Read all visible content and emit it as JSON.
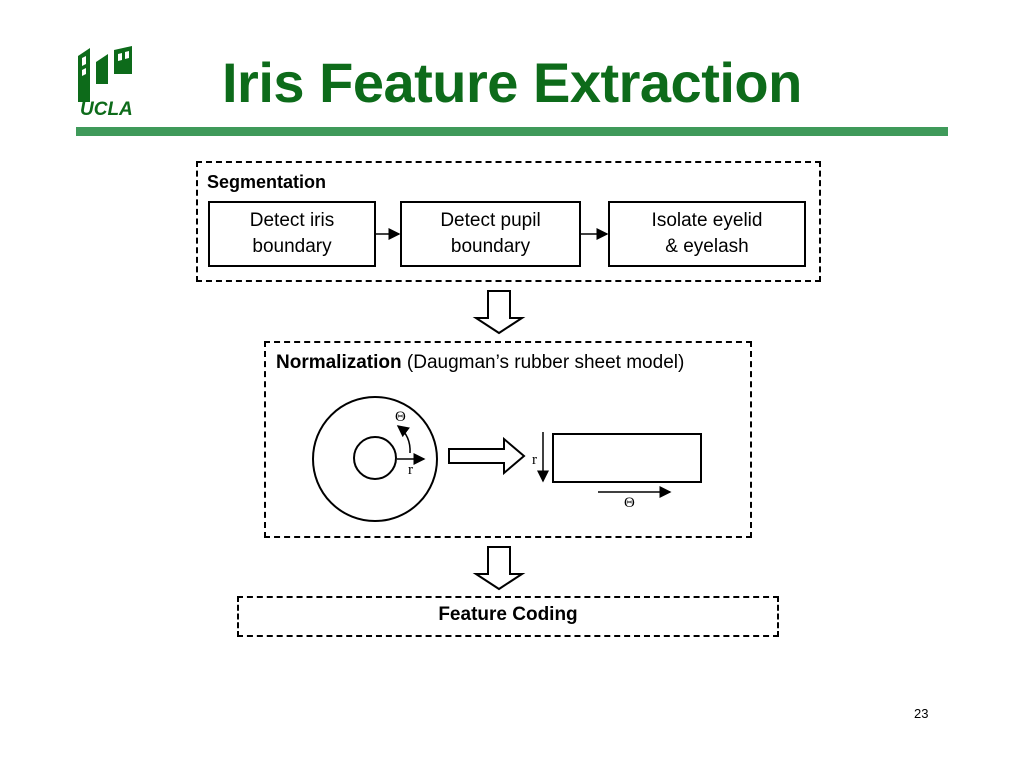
{
  "slide": {
    "title": "Iris Feature Extraction",
    "page_number": "23",
    "logo_text": "UCLA"
  },
  "segmentation": {
    "label": "Segmentation",
    "steps": [
      {
        "line1": "Detect iris",
        "line2": "boundary"
      },
      {
        "line1": "Detect pupil",
        "line2": "boundary"
      },
      {
        "line1": "Isolate eyelid",
        "line2": "& eyelash"
      }
    ]
  },
  "normalization": {
    "label": "Normalization",
    "description": "(Daugman’s rubber sheet model)",
    "theta_symbol": "Θ",
    "radius_symbol": "r"
  },
  "feature_coding": {
    "label": "Feature Coding"
  },
  "colors": {
    "title": "#0d6b1a",
    "rule": "#3f9a5a"
  }
}
